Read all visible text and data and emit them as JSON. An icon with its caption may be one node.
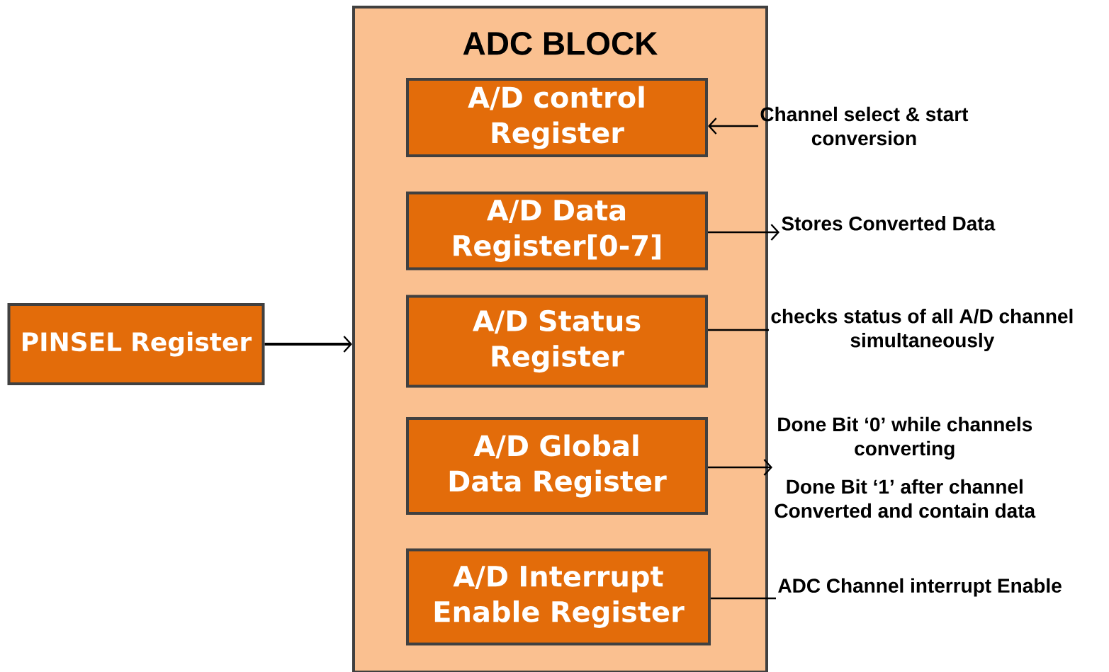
{
  "diagram": {
    "nodes": [
      {
        "text": [
          "ADC BLOCK"
        ]
      },
      {
        "text": [
          "A/D control Register"
        ],
        "in": 0
      },
      {
        "text": [
          "A/D Data Register[0-7]"
        ],
        "in": 0
      },
      {
        "text": [
          "A/D Status Register"
        ],
        "in": 0
      },
      {
        "text": [
          "A/D Global Data Register"
        ],
        "in": 0
      },
      {
        "text": [
          "A/D Interrupt Enable Register"
        ],
        "in": 0
      },
      {
        "text": [
          "PINSEL Register"
        ]
      },
      {
        "text": [
          "Channel select & start conversion"
        ]
      },
      {
        "text": [
          "Stores Converted Data"
        ]
      },
      {
        "text": [
          "checks status of all A/D channel simultaneously"
        ]
      },
      {
        "text": [
          "Done Bit ‘0’ while channels converting",
          "Done Bit ‘1’ after channel Converted and contain data"
        ]
      },
      {
        "text": [
          "ADC Channel interrupt Enable"
        ]
      }
    ],
    "edges": [
      {
        "from": 7,
        "to": 1,
        "arrow": "to"
      },
      {
        "from": 2,
        "to": 8,
        "arrow": "to"
      },
      {
        "from": 3,
        "to": 9,
        "arrow": "none"
      },
      {
        "from": 4,
        "to": 10,
        "arrow": "to"
      },
      {
        "from": 5,
        "to": 11,
        "arrow": "none"
      },
      {
        "from": 6,
        "to": 0,
        "arrow": "to"
      }
    ]
  }
}
